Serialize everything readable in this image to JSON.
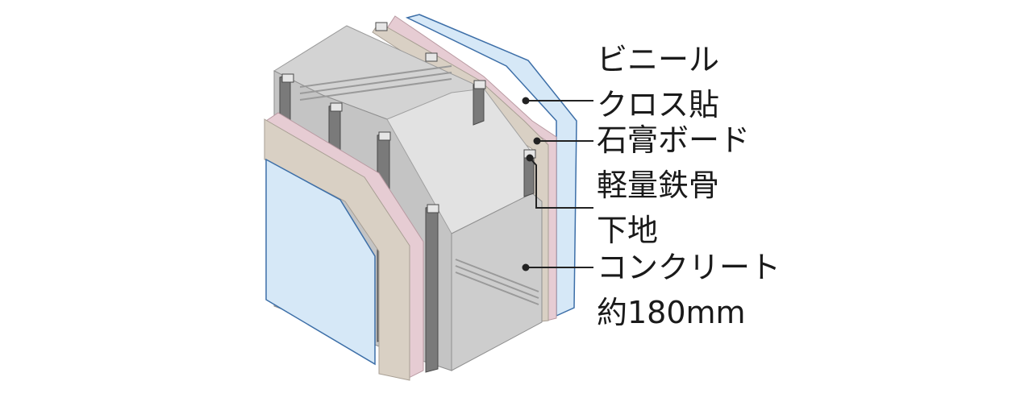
{
  "labels": {
    "vinyl_cloth": {
      "line1": "ビニール",
      "line2": "クロス貼"
    },
    "gypsum_board": {
      "line1": "石膏ボード"
    },
    "light_steel_frame": {
      "line1": "軽量鉄骨",
      "line2": "下地"
    },
    "concrete": {
      "line1": "コンクリート",
      "line2": "約180mm"
    }
  },
  "colors": {
    "concrete": "#c9c9c9",
    "gypsum": "#d8cfc3",
    "pink_layer": "#e3c8cf",
    "cloth": "#cfe3f5",
    "steel": "#808080",
    "leader": "#222222"
  }
}
